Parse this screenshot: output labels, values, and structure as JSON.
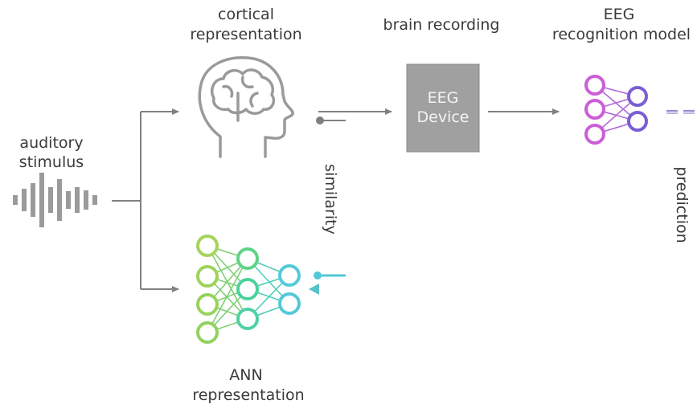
{
  "labels": {
    "stimulus_line1": "auditory",
    "stimulus_line2": "stimulus",
    "cortical_line1": "cortical",
    "cortical_line2": "representation",
    "brain_recording": "brain recording",
    "eeg_model_line1": "EEG",
    "eeg_model_line2": "recognition model",
    "device_line1": "EEG",
    "device_line2": "Device",
    "similarity": "similarity",
    "prediction": "prediction",
    "ann_line1": "ANN",
    "ann_line2": "representation"
  },
  "icons": [
    "waveform-icon",
    "brain-head-icon",
    "eeg-network-icon",
    "ann-network-icon"
  ],
  "colors": {
    "text": "#3a3a3a",
    "arrow": "#808080",
    "device_fill": "#a0a0a0",
    "eeg_nodes": [
      "#cc5ed8",
      "#7a5ed4"
    ],
    "ann_nodes": [
      "#9ed35a",
      "#4dd19c",
      "#52cbd8"
    ],
    "similarity_gradient": [
      "#a89ad8",
      "#52c8d8"
    ],
    "prediction_gradient": [
      "#9a88d0",
      "#58c2c8"
    ]
  }
}
